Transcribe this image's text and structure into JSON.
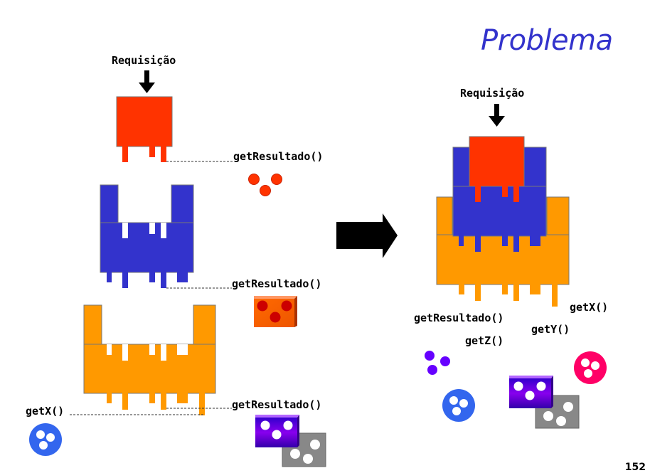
{
  "title": "Problema",
  "labels": {
    "req_left": "Requisição",
    "req_right": "Requisição",
    "res_red": "getResultado()",
    "res_blue": "getResultado()",
    "res_orange": "getResultado()",
    "getx_left": "getX()",
    "res_right": "getResultado()",
    "getx_right": "getX()",
    "gety_right": "getY()",
    "getz_right": "getZ()"
  },
  "page_number": "152",
  "colors": {
    "red": "#ff3300",
    "blue": "#3333cc",
    "orange": "#ff9900",
    "purple": "#6600cc",
    "pink": "#ff0066",
    "gray": "#808080",
    "title": "#3333cc"
  }
}
